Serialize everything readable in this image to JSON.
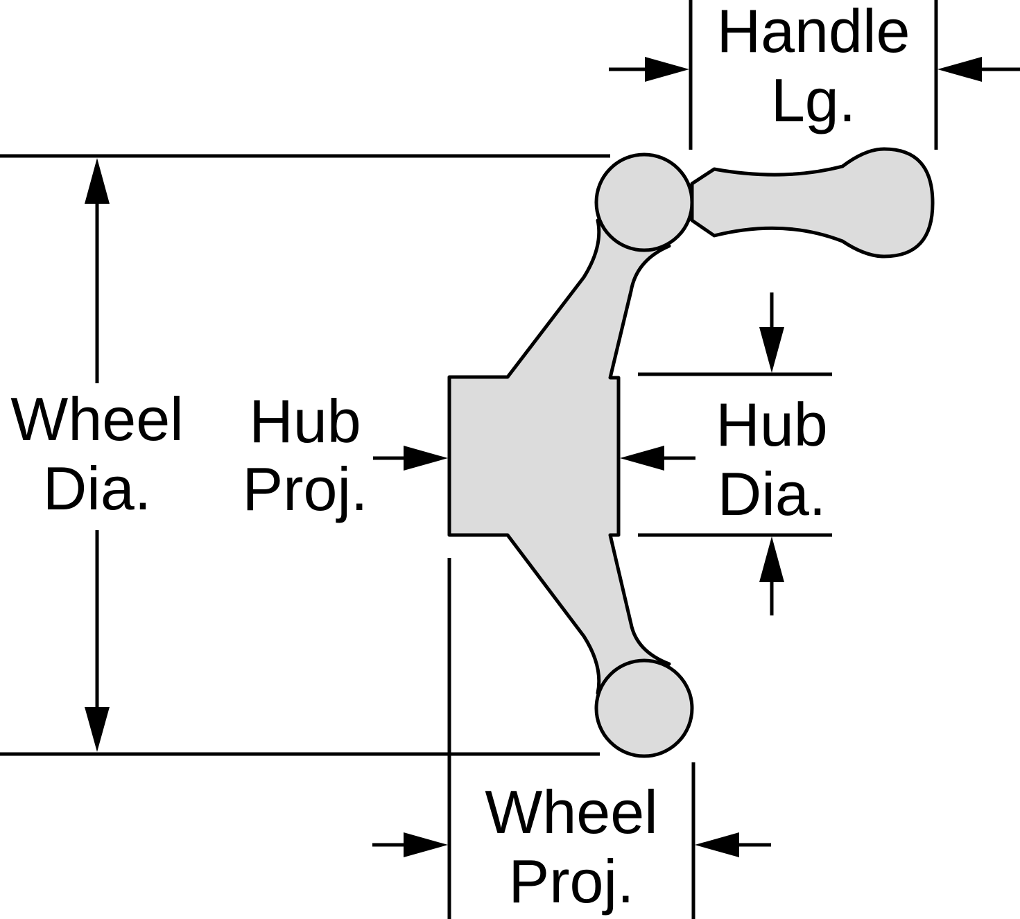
{
  "labels": {
    "handle_length": [
      "Handle",
      "Lg."
    ],
    "wheel_diameter": [
      "Wheel",
      "Dia."
    ],
    "hub_projection": [
      "Hub",
      "Proj."
    ],
    "hub_diameter": [
      "Hub",
      "Dia."
    ],
    "wheel_projection": [
      "Wheel",
      "Proj."
    ]
  },
  "colors": {
    "part_fill": "#dcdcdc",
    "line": "#000000",
    "background": "#ffffff"
  }
}
